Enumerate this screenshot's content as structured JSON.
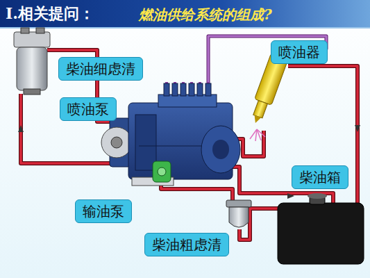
{
  "diagram": {
    "title": "燃油供给系统的组成?",
    "nodes": [
      {
        "text": [
          "柴油细虑清"
        ]
      },
      {
        "text": [
          "喷油器"
        ]
      },
      {
        "text": [
          "喷油泵"
        ]
      },
      {
        "text": [
          "柴油箱"
        ]
      },
      {
        "text": [
          "输油泵"
        ]
      },
      {
        "text": [
          "柴油粗虑清"
        ]
      }
    ],
    "labels": [
      "Ⅰ.相关提问："
    ]
  }
}
